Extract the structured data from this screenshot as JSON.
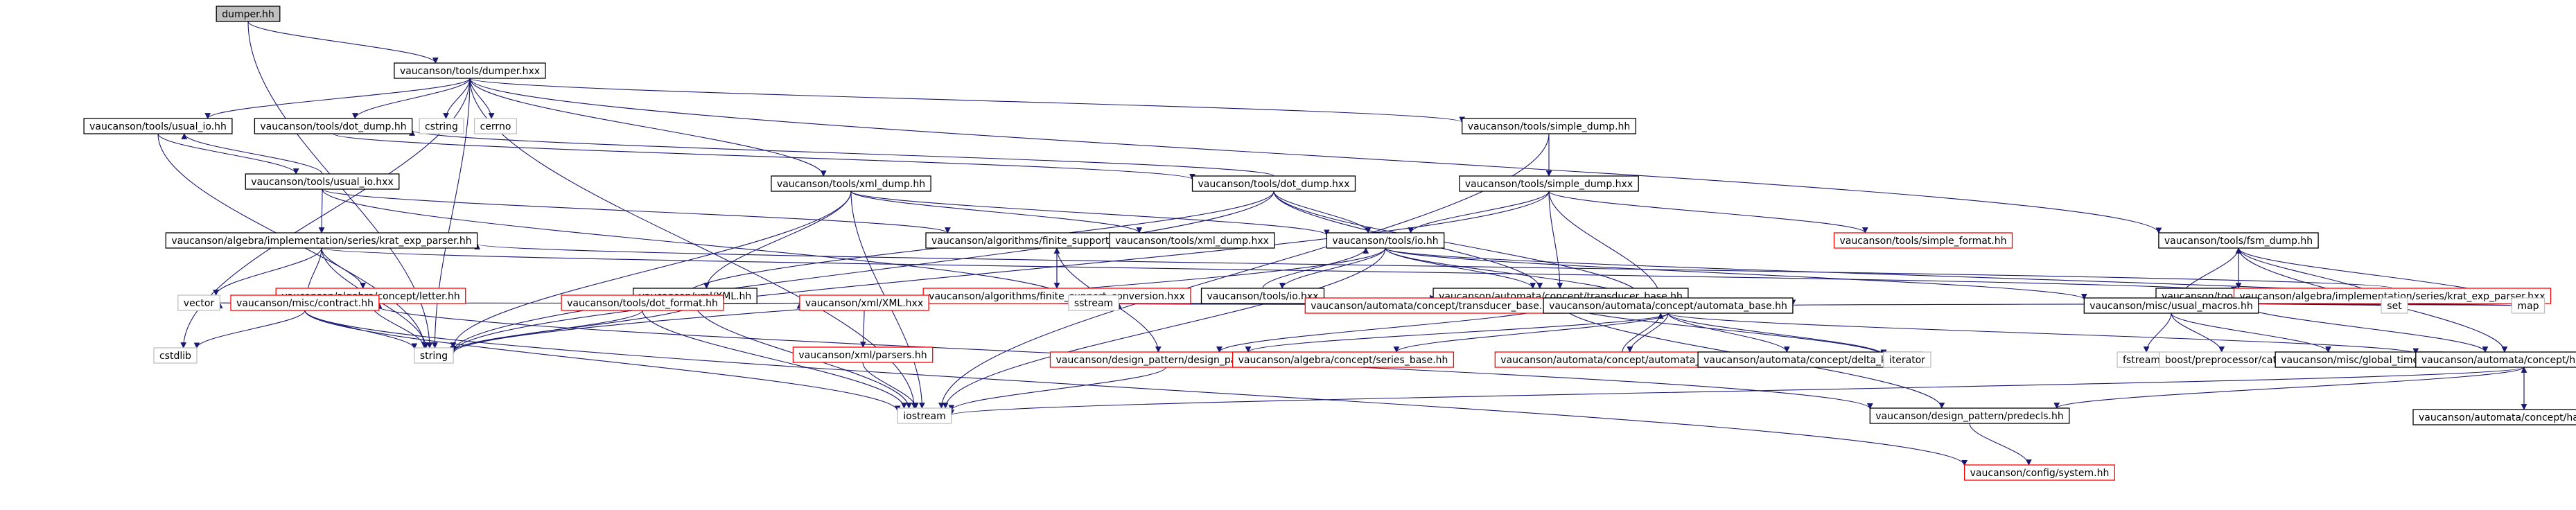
{
  "colors": {
    "background": "#ffffff",
    "edge": "#191970",
    "root_fill": "#bfbfbf",
    "node_border_black": "#000000",
    "node_border_red": "#ff0000",
    "node_border_gray": "#bfbfbf",
    "text": "#000000"
  },
  "nodes": [
    {
      "id": "dumper_hh",
      "label": "dumper.hh",
      "style": "root"
    },
    {
      "id": "dumper_hxx",
      "label": "vaucanson/tools/dumper.hxx",
      "style": "black"
    },
    {
      "id": "usual_io_hh",
      "label": "vaucanson/tools/usual_io.hh",
      "style": "black"
    },
    {
      "id": "dot_dump_hh",
      "label": "vaucanson/tools/dot_dump.hh",
      "style": "black"
    },
    {
      "id": "cstring",
      "label": "cstring",
      "style": "gray"
    },
    {
      "id": "cerrno",
      "label": "cerrno",
      "style": "gray"
    },
    {
      "id": "simple_dump_hh",
      "label": "vaucanson/tools/simple_dump.hh",
      "style": "black"
    },
    {
      "id": "usual_io_hxx",
      "label": "vaucanson/tools/usual_io.hxx",
      "style": "black"
    },
    {
      "id": "xml_dump_hh",
      "label": "vaucanson/tools/xml_dump.hh",
      "style": "black"
    },
    {
      "id": "dot_dump_hxx",
      "label": "vaucanson/tools/dot_dump.hxx",
      "style": "black"
    },
    {
      "id": "simple_dump_hxx",
      "label": "vaucanson/tools/simple_dump.hxx",
      "style": "black"
    },
    {
      "id": "krat_exp_parser_hh",
      "label": "vaucanson/algebra/implementation/series/krat_exp_parser.hh",
      "style": "black"
    },
    {
      "id": "fsc_hh",
      "label": "vaucanson/algorithms/finite_support_conversion.hh",
      "style": "black"
    },
    {
      "id": "xml_dump_hxx",
      "label": "vaucanson/tools/xml_dump.hxx",
      "style": "black"
    },
    {
      "id": "io_hh",
      "label": "vaucanson/tools/io.hh",
      "style": "black"
    },
    {
      "id": "simple_format_hh",
      "label": "vaucanson/tools/simple_format.hh",
      "style": "red"
    },
    {
      "id": "fsm_dump_hh",
      "label": "vaucanson/tools/fsm_dump.hh",
      "style": "black"
    },
    {
      "id": "letter_hh",
      "label": "vaucanson/algebra/concept/letter.hh",
      "style": "red"
    },
    {
      "id": "xmlxml_hh",
      "label": "vaucanson/xml/XML.hh",
      "style": "black"
    },
    {
      "id": "fsc_hxx",
      "label": "vaucanson/algorithms/finite_support_conversion.hxx",
      "style": "red"
    },
    {
      "id": "io_hxx",
      "label": "vaucanson/tools/io.hxx",
      "style": "black"
    },
    {
      "id": "transducer_base_hh",
      "label": "vaucanson/automata/concept/transducer_base.hh",
      "style": "black"
    },
    {
      "id": "fsm_dump_hxx",
      "label": "vaucanson/tools/fsm_dump.hxx",
      "style": "black"
    },
    {
      "id": "krat_exp_parser_hxx",
      "label": "vaucanson/algebra/implementation/series/krat_exp_parser.hxx",
      "style": "red"
    },
    {
      "id": "vector",
      "label": "vector",
      "style": "gray"
    },
    {
      "id": "contract_hh",
      "label": "vaucanson/misc/contract.hh",
      "style": "red"
    },
    {
      "id": "dot_format_hh",
      "label": "vaucanson/tools/dot_format.hh",
      "style": "red"
    },
    {
      "id": "xmlxml_hxx",
      "label": "vaucanson/xml/XML.hxx",
      "style": "red"
    },
    {
      "id": "sstream",
      "label": "sstream",
      "style": "gray"
    },
    {
      "id": "transducer_base_hxx",
      "label": "vaucanson/automata/concept/transducer_base.hxx",
      "style": "red"
    },
    {
      "id": "automata_base_hh",
      "label": "vaucanson/automata/concept/automata_base.hh",
      "style": "black"
    },
    {
      "id": "usual_macros_hh",
      "label": "vaucanson/misc/usual_macros.hh",
      "style": "black"
    },
    {
      "id": "set",
      "label": "set",
      "style": "gray"
    },
    {
      "id": "map",
      "label": "map",
      "style": "gray"
    },
    {
      "id": "xmlparsers_hh",
      "label": "vaucanson/xml/parsers.hh",
      "style": "red"
    },
    {
      "id": "cstdlib",
      "label": "cstdlib",
      "style": "gray"
    },
    {
      "id": "string",
      "label": "string",
      "style": "gray"
    },
    {
      "id": "design_pattern_hh",
      "label": "vaucanson/design_pattern/design_pattern.hh",
      "style": "red"
    },
    {
      "id": "series_base_hh",
      "label": "vaucanson/algebra/concept/series_base.hh",
      "style": "red"
    },
    {
      "id": "automata_base_hxx",
      "label": "vaucanson/automata/concept/automata_base.hxx",
      "style": "red"
    },
    {
      "id": "delta_kind_hh",
      "label": "vaucanson/automata/concept/delta_kind.hh",
      "style": "black"
    },
    {
      "id": "iterator",
      "label": "iterator",
      "style": "gray"
    },
    {
      "id": "fstream",
      "label": "fstream",
      "style": "gray"
    },
    {
      "id": "boost_cat",
      "label": "boost/preprocessor/cat.hpp",
      "style": "gray"
    },
    {
      "id": "global_timer_hh",
      "label": "vaucanson/misc/global_timer.hh",
      "style": "black"
    },
    {
      "id": "handlers_hh",
      "label": "vaucanson/automata/concept/handlers.hh",
      "style": "black"
    },
    {
      "id": "iostream",
      "label": "iostream",
      "style": "gray"
    },
    {
      "id": "predecls_hh",
      "label": "vaucanson/design_pattern/predecls.hh",
      "style": "black"
    },
    {
      "id": "handlers_hxx",
      "label": "vaucanson/automata/concept/handlers.hxx",
      "style": "black"
    },
    {
      "id": "system_hh",
      "label": "vaucanson/config/system.hh",
      "style": "red"
    }
  ],
  "edges": [
    [
      "dumper_hh",
      "dumper_hxx"
    ],
    [
      "dumper_hh",
      "string"
    ],
    [
      "dumper_hxx",
      "usual_io_hh"
    ],
    [
      "dumper_hxx",
      "dot_dump_hh"
    ],
    [
      "dumper_hxx",
      "cstring"
    ],
    [
      "dumper_hxx",
      "cerrno"
    ],
    [
      "dumper_hxx",
      "simple_dump_hh"
    ],
    [
      "dumper_hxx",
      "xml_dump_hh"
    ],
    [
      "dumper_hxx",
      "fsm_dump_hh"
    ],
    [
      "dumper_hxx",
      "string"
    ],
    [
      "dumper_hxx",
      "cstdlib"
    ],
    [
      "dumper_hxx",
      "iostream"
    ],
    [
      "usual_io_hh",
      "usual_io_hxx"
    ],
    [
      "usual_io_hh",
      "string"
    ],
    [
      "usual_io_hxx",
      "usual_io_hh"
    ],
    [
      "usual_io_hxx",
      "krat_exp_parser_hh"
    ],
    [
      "usual_io_hxx",
      "fsc_hh"
    ],
    [
      "usual_io_hxx",
      "sstream"
    ],
    [
      "dot_dump_hh",
      "dot_dump_hxx"
    ],
    [
      "dot_dump_hxx",
      "dot_dump_hh"
    ],
    [
      "dot_dump_hxx",
      "io_hh"
    ],
    [
      "dot_dump_hxx",
      "dot_format_hh"
    ],
    [
      "dot_dump_hxx",
      "transducer_base_hh"
    ],
    [
      "dot_dump_hxx",
      "automata_base_hh"
    ],
    [
      "dot_dump_hxx",
      "string"
    ],
    [
      "simple_dump_hh",
      "simple_dump_hxx"
    ],
    [
      "simple_dump_hh",
      "iostream"
    ],
    [
      "simple_dump_hxx",
      "io_hh"
    ],
    [
      "simple_dump_hxx",
      "simple_format_hh"
    ],
    [
      "simple_dump_hxx",
      "transducer_base_hh"
    ],
    [
      "simple_dump_hxx",
      "automata_base_hh"
    ],
    [
      "simple_dump_hxx",
      "string"
    ],
    [
      "xml_dump_hh",
      "xml_dump_hxx"
    ],
    [
      "xml_dump_hh",
      "io_hh"
    ],
    [
      "xml_dump_hh",
      "xmlxml_hh"
    ],
    [
      "xml_dump_hh",
      "string"
    ],
    [
      "xml_dump_hh",
      "iostream"
    ],
    [
      "fsm_dump_hh",
      "fsm_dump_hxx"
    ],
    [
      "fsm_dump_hh",
      "usual_macros_hh"
    ],
    [
      "fsm_dump_hh",
      "handlers_hh"
    ],
    [
      "fsm_dump_hh",
      "map"
    ],
    [
      "fsm_dump_hh",
      "set"
    ],
    [
      "fsm_dump_hxx",
      "fsm_dump_hh"
    ],
    [
      "fsm_dump_hxx",
      "usual_macros_hh"
    ],
    [
      "fsm_dump_hxx",
      "automata_base_hh"
    ],
    [
      "fsm_dump_hxx",
      "handlers_hh"
    ],
    [
      "fsm_dump_hxx",
      "set"
    ],
    [
      "fsm_dump_hxx",
      "map"
    ],
    [
      "krat_exp_parser_hh",
      "krat_exp_parser_hxx"
    ],
    [
      "krat_exp_parser_hh",
      "letter_hh"
    ],
    [
      "krat_exp_parser_hh",
      "contract_hh"
    ],
    [
      "krat_exp_parser_hh",
      "vector"
    ],
    [
      "krat_exp_parser_hh",
      "string"
    ],
    [
      "krat_exp_parser_hxx",
      "krat_exp_parser_hh"
    ],
    [
      "krat_exp_parser_hxx",
      "map"
    ],
    [
      "krat_exp_parser_hxx",
      "set"
    ],
    [
      "fsc_hh",
      "fsc_hxx"
    ],
    [
      "fsc_hh",
      "design_pattern_hh"
    ],
    [
      "fsc_hxx",
      "fsc_hh"
    ],
    [
      "fsc_hxx",
      "contract_hh"
    ],
    [
      "fsc_hxx",
      "automata_base_hh"
    ],
    [
      "io_hh",
      "io_hxx"
    ],
    [
      "io_hh",
      "transducer_base_hh"
    ],
    [
      "io_hh",
      "automata_base_hh"
    ],
    [
      "io_hh",
      "string"
    ],
    [
      "io_hh",
      "iostream"
    ],
    [
      "io_hh",
      "map"
    ],
    [
      "io_hh",
      "usual_macros_hh"
    ],
    [
      "io_hxx",
      "io_hh"
    ],
    [
      "io_hxx",
      "sstream"
    ],
    [
      "letter_hh",
      "vector"
    ],
    [
      "letter_hh",
      "string"
    ],
    [
      "letter_hh",
      "contract_hh"
    ],
    [
      "letter_hh",
      "predecls_hh"
    ],
    [
      "xmlxml_hh",
      "xmlxml_hxx"
    ],
    [
      "xmlxml_hh",
      "string"
    ],
    [
      "xmlxml_hh",
      "iostream"
    ],
    [
      "xmlxml_hxx",
      "xmlparsers_hh"
    ],
    [
      "xmlparsers_hh",
      "iostream"
    ],
    [
      "contract_hh",
      "cstdlib"
    ],
    [
      "contract_hh",
      "string"
    ],
    [
      "contract_hh",
      "iostream"
    ],
    [
      "contract_hh",
      "system_hh"
    ],
    [
      "dot_format_hh",
      "string"
    ],
    [
      "dot_format_hh",
      "iostream"
    ],
    [
      "transducer_base_hh",
      "transducer_base_hxx"
    ],
    [
      "transducer_base_hh",
      "automata_base_hh"
    ],
    [
      "transducer_base_hh",
      "design_pattern_hh"
    ],
    [
      "transducer_base_hh",
      "iterator"
    ],
    [
      "transducer_base_hh",
      "predecls_hh"
    ],
    [
      "transducer_base_hxx",
      "transducer_base_hh"
    ],
    [
      "automata_base_hh",
      "automata_base_hxx"
    ],
    [
      "automata_base_hh",
      "design_pattern_hh"
    ],
    [
      "automata_base_hh",
      "series_base_hh"
    ],
    [
      "automata_base_hh",
      "delta_kind_hh"
    ],
    [
      "automata_base_hh",
      "iterator"
    ],
    [
      "automata_base_hh",
      "handlers_hh"
    ],
    [
      "automata_base_hxx",
      "automata_base_hh"
    ],
    [
      "usual_macros_hh",
      "fstream"
    ],
    [
      "usual_macros_hh",
      "boost_cat"
    ],
    [
      "usual_macros_hh",
      "global_timer_hh"
    ],
    [
      "global_timer_hh",
      "handlers_hh"
    ],
    [
      "handlers_hh",
      "handlers_hxx"
    ],
    [
      "handlers_hh",
      "iostream"
    ],
    [
      "handlers_hh",
      "predecls_hh"
    ],
    [
      "handlers_hxx",
      "handlers_hh"
    ],
    [
      "design_pattern_hh",
      "iostream"
    ],
    [
      "predecls_hh",
      "system_hh"
    ]
  ]
}
